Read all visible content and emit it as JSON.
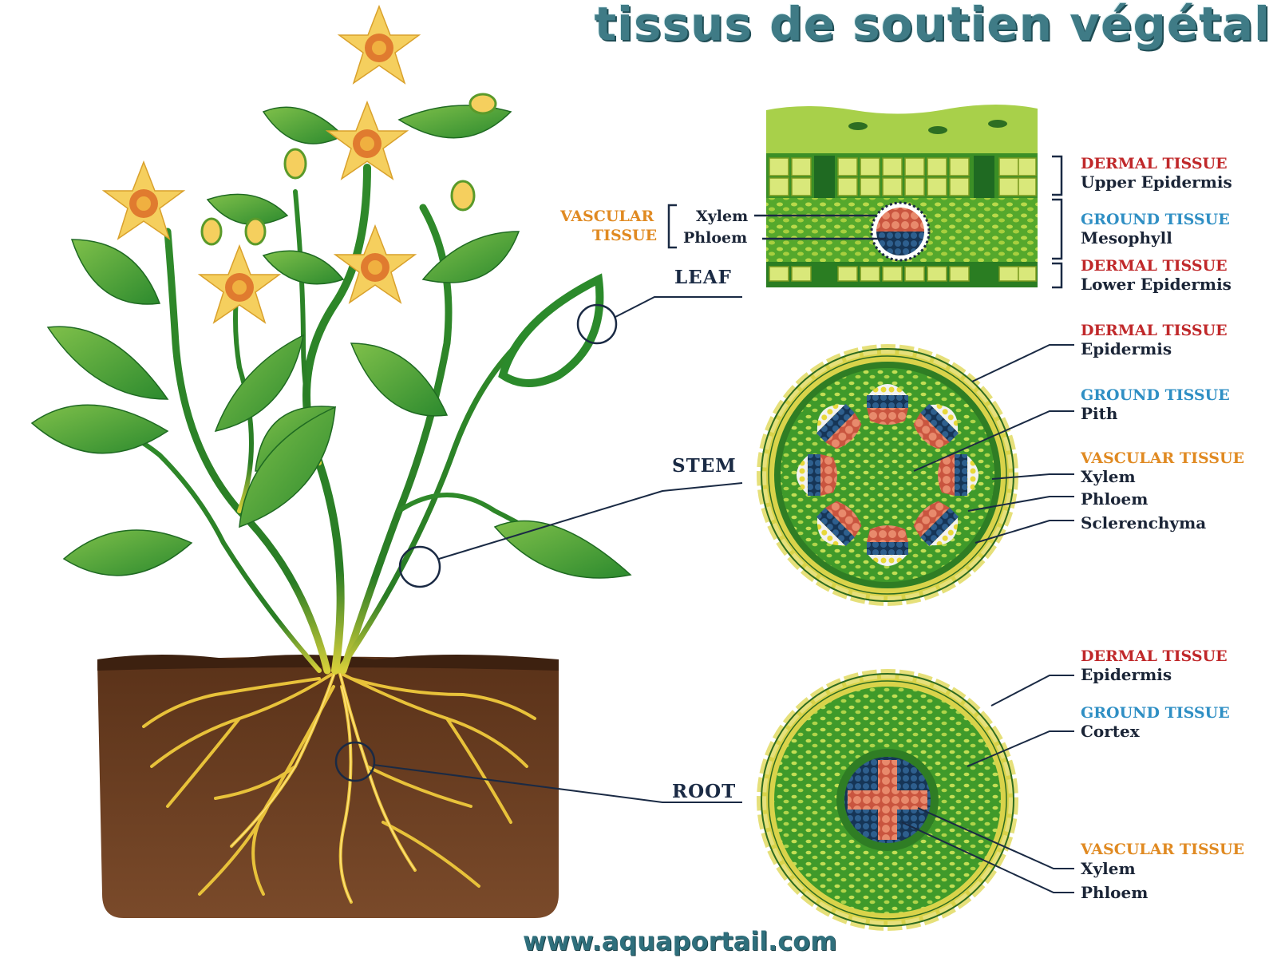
{
  "title": "tissus de soutien végétal",
  "footer": "www.aquaportail.com",
  "organs": {
    "leaf": "LEAF",
    "stem": "STEM",
    "root": "ROOT"
  },
  "leaf_section": {
    "dermal_upper_category": "DERMAL TISSUE",
    "dermal_upper_name": "Upper Epidermis",
    "ground_category": "GROUND TISSUE",
    "ground_name": "Mesophyll",
    "dermal_lower_category": "DERMAL TISSUE",
    "dermal_lower_name": "Lower Epidermis",
    "vascular_category_line1": "VASCULAR",
    "vascular_category_line2": "TISSUE",
    "xylem": "Xylem",
    "phloem": "Phloem"
  },
  "stem_section": {
    "dermal_category": "DERMAL TISSUE",
    "dermal_name": "Epidermis",
    "ground_category": "GROUND TISSUE",
    "ground_name": "Pith",
    "vascular_category": "VASCULAR TISSUE",
    "xylem": "Xylem",
    "phloem": "Phloem",
    "sclerenchyma": "Sclerenchyma"
  },
  "root_section": {
    "dermal_category": "DERMAL TISSUE",
    "dermal_name": "Epidermis",
    "ground_category": "GROUND TISSUE",
    "ground_name": "Cortex",
    "vascular_category": "VASCULAR TISSUE",
    "xylem": "Xylem",
    "phloem": "Phloem"
  },
  "colors": {
    "title": "#3f7b86",
    "dermal": "#c0282a",
    "ground": "#2f8fc4",
    "vascular": "#e08a22",
    "leaf_green": "#3a9a2e",
    "soil": "#6b3f22",
    "root_yellow": "#e8c23a",
    "xylem": "#e0735a",
    "phloem": "#1f4a7a"
  }
}
